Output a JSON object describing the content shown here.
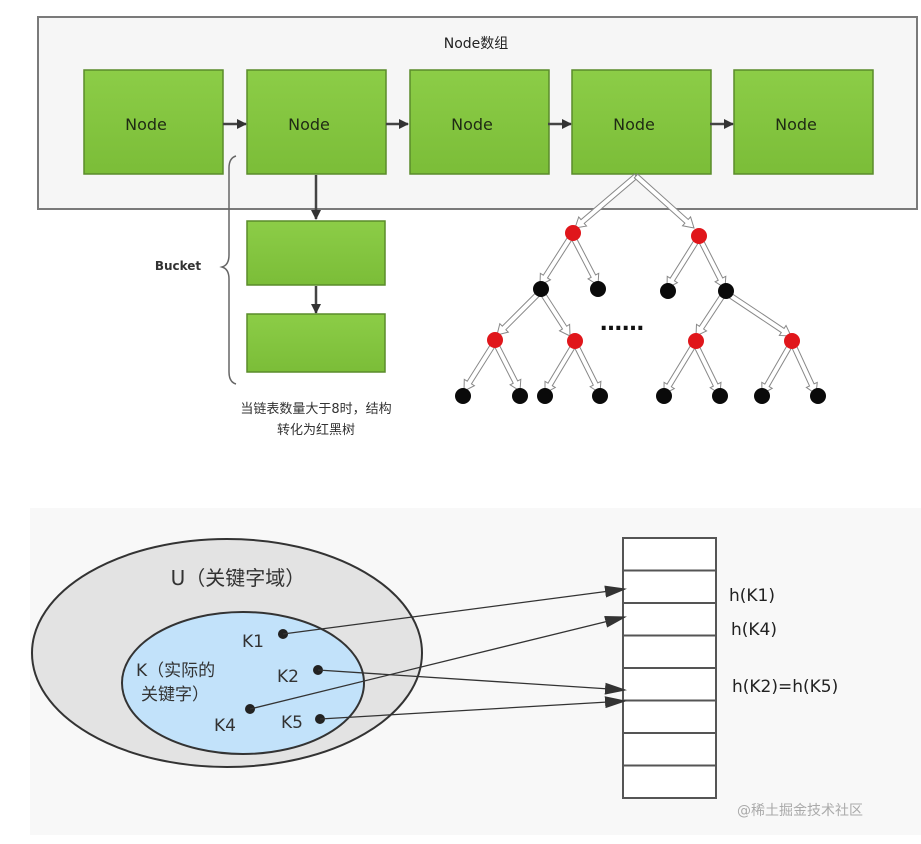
{
  "top_diagram": {
    "title": "Node数组",
    "nodes": [
      "Node",
      "Node",
      "Node",
      "Node",
      "Node"
    ],
    "bucket_label": "Bucket",
    "bucket_nodes": 2,
    "note_line1": "当链表数量大于8时，结构",
    "note_line2": "转化为红黑树",
    "ellipsis": "……",
    "colors": {
      "node_fill": "#83c63e",
      "node_border": "#5a8c2a",
      "red_node": "#e0161b",
      "black_node": "#0a0a0a"
    }
  },
  "bottom_diagram": {
    "universe_label": "U（关键字域）",
    "actual_keys_line1": "K（实际的",
    "actual_keys_line2": "关键字）",
    "keys": [
      "K1",
      "K2",
      "K4",
      "K5"
    ],
    "hash_labels": [
      "h(K1)",
      "h(K4)",
      "h(K2)=h(K5)"
    ],
    "slots": 8,
    "watermark": "@稀土掘金技术社区",
    "colors": {
      "outer_fill": "#e3e3e3",
      "inner_fill": "#c2e2fa",
      "panel_bg": "#f8f8f8"
    }
  }
}
